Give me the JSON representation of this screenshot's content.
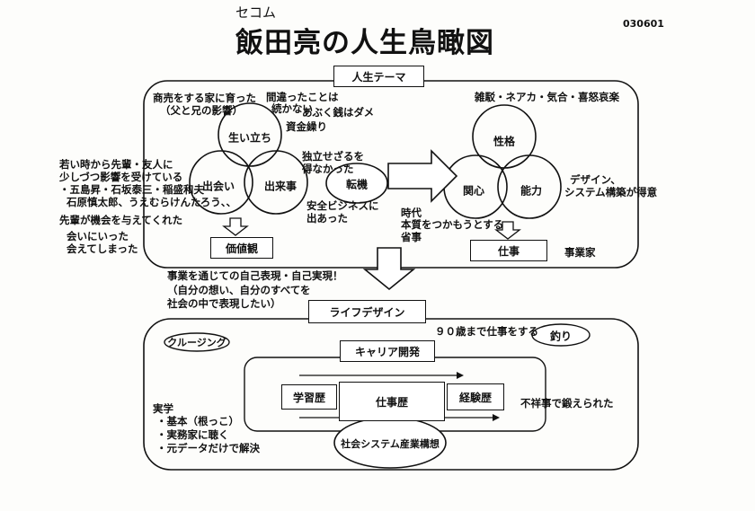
{
  "header": {
    "handwritten_note": "セコム",
    "title": "飯田亮の人生鳥瞰図",
    "doc_number": "030601"
  },
  "top_section": {
    "theme_label": "人生テーマ",
    "left_circles": {
      "top": "生い立ち",
      "left": "出会い",
      "right": "出来事"
    },
    "right_circles": {
      "top": "性格",
      "left": "関心",
      "right": "能力"
    },
    "turning_point": "転機",
    "values_box": "価値観",
    "work_box": "仕事",
    "business_person": "事業家",
    "notes_left": [
      "商売をする家に育った",
      "（父と兄の影響）",
      "間違ったことは",
      "続かない",
      "あぶく銭はダメ",
      "資金繰り"
    ],
    "notes_encounters": [
      "若い時から先輩・友人に",
      "少しづつ影響を受けている",
      "・五島昇・石坂泰三・稲盛和夫",
      "石原慎太郎、うえむらけんたろう、、",
      "先輩が機会を与えてくれた",
      "会いにいった",
      "会えてしまった"
    ],
    "notes_center": [
      "独立せざるを",
      "得なかった",
      "安全ビジネスに",
      "出あった",
      "時代",
      "本質をつかもうとする",
      "省事"
    ],
    "notes_right": [
      "雑駁・ネアカ・気合・喜怒哀楽",
      "デザイン、",
      "システム構築が得意"
    ]
  },
  "middle": {
    "self_realization": [
      "事業を通じての自己表現・自己実現！",
      "（自分の想い、自分のすべてを",
      "社会の中で表現したい）"
    ],
    "life_design": "ライフデザイン"
  },
  "bottom_section": {
    "cruising": "クルージング",
    "career_dev": "キャリア開発",
    "age_note": "９０歳まで仕事をする",
    "fishing": "釣り",
    "study": "学習歴",
    "work_history": "仕事歴",
    "experience": "経験歴",
    "scandal_note": "不祥事で鍛えられた",
    "practice": [
      "実学",
      "・基本（根っこ）",
      "・実務家に聴く",
      "・元データだけで解決"
    ],
    "social_system": "社会システム産業構想"
  }
}
